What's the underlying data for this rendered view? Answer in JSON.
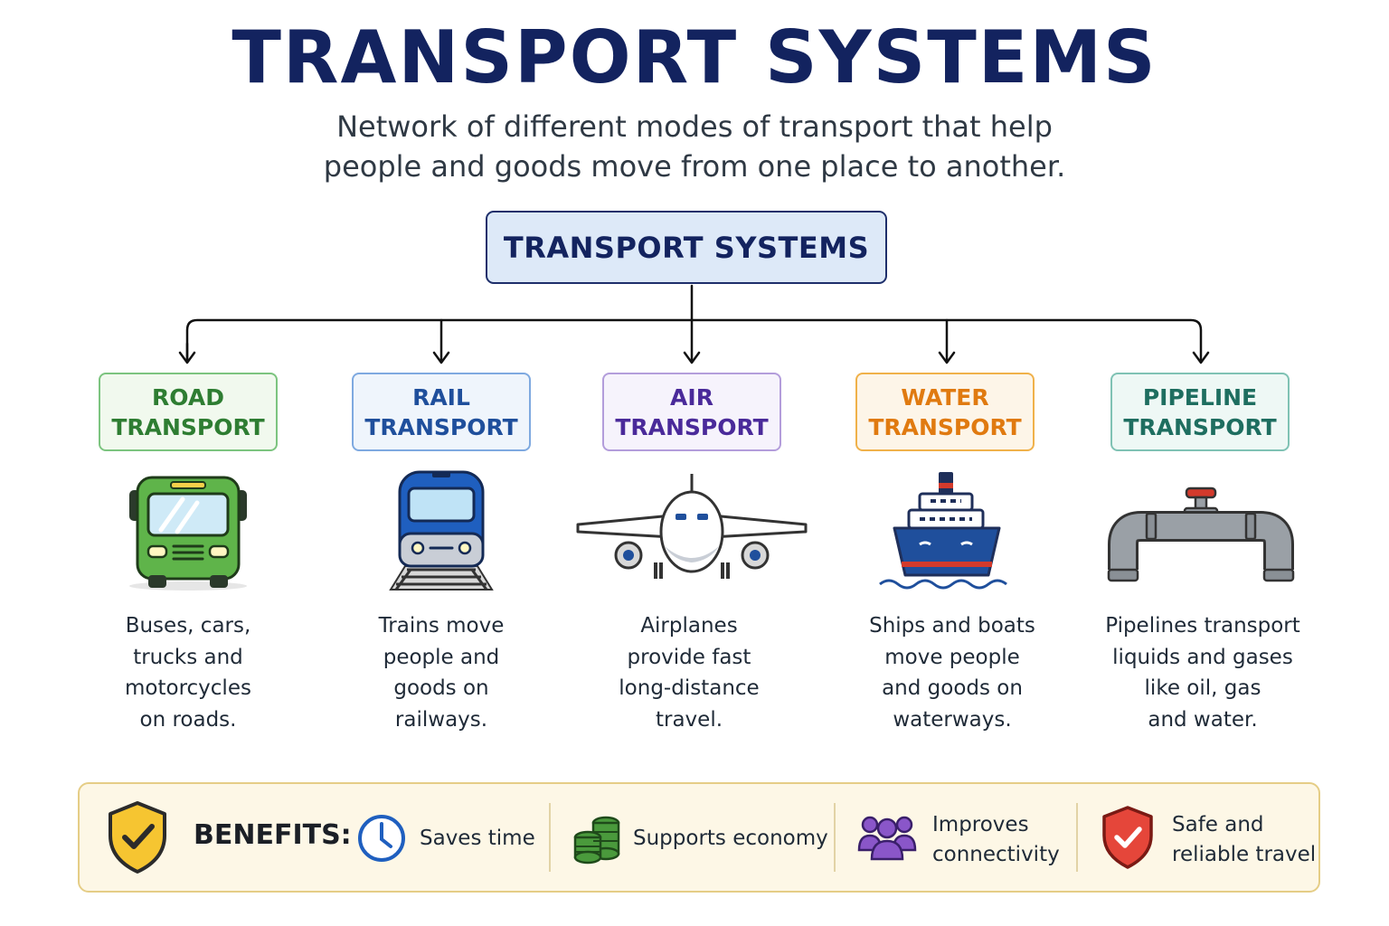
{
  "title": "TRANSPORT SYSTEMS",
  "subtitle_lines": [
    "Network of different modes of transport that help",
    "people and goods move from one place to another."
  ],
  "root_label": "TRANSPORT SYSTEMS",
  "modes": [
    {
      "title_lines": [
        "ROAD",
        "TRANSPORT"
      ],
      "icon": "bus-icon",
      "color": "#2e7d32",
      "border": "#7cc47f",
      "bg": "#f1f9ee",
      "description_lines": [
        "Buses, cars,",
        "trucks and",
        "motorcycles",
        "on roads."
      ]
    },
    {
      "title_lines": [
        "RAIL",
        "TRANSPORT"
      ],
      "icon": "train-icon",
      "color": "#1f4f9c",
      "border": "#7ea9e0",
      "bg": "#eff5fc",
      "description_lines": [
        "Trains move",
        "people and",
        "goods on",
        "railways."
      ]
    },
    {
      "title_lines": [
        "AIR",
        "TRANSPORT"
      ],
      "icon": "airplane-icon",
      "color": "#4a2a9a",
      "border": "#b39ddb",
      "bg": "#f6f3fc",
      "description_lines": [
        "Airplanes",
        "provide fast",
        "long-distance",
        "travel."
      ]
    },
    {
      "title_lines": [
        "WATER",
        "TRANSPORT"
      ],
      "icon": "ship-icon",
      "color": "#e07a10",
      "border": "#f0b14a",
      "bg": "#fdf5e8",
      "description_lines": [
        "Ships and boats",
        "move people",
        "and goods on",
        "waterways."
      ]
    },
    {
      "title_lines": [
        "PIPELINE",
        "TRANSPORT"
      ],
      "icon": "pipeline-icon",
      "color": "#1e6e60",
      "border": "#7fc2b4",
      "bg": "#eef8f5",
      "description_lines": [
        "Pipelines transport",
        "liquids and gases",
        "like oil, gas",
        "and water."
      ]
    }
  ],
  "benefits": {
    "label": "BENEFITS:",
    "label_icon": "shield-check-icon",
    "items": [
      {
        "icon": "clock-icon",
        "lines": [
          "Saves time"
        ]
      },
      {
        "icon": "money-stack-icon",
        "lines": [
          "Supports economy"
        ]
      },
      {
        "icon": "people-group-icon",
        "lines": [
          "Improves",
          "connectivity"
        ]
      },
      {
        "icon": "red-shield-check-icon",
        "lines": [
          "Safe and",
          "reliable travel"
        ]
      }
    ]
  },
  "colors": {
    "title": "#13235f",
    "root_bg": "#dde9f8",
    "benefits_bg": "#fdf7e6",
    "benefits_border": "#e5cd86"
  }
}
